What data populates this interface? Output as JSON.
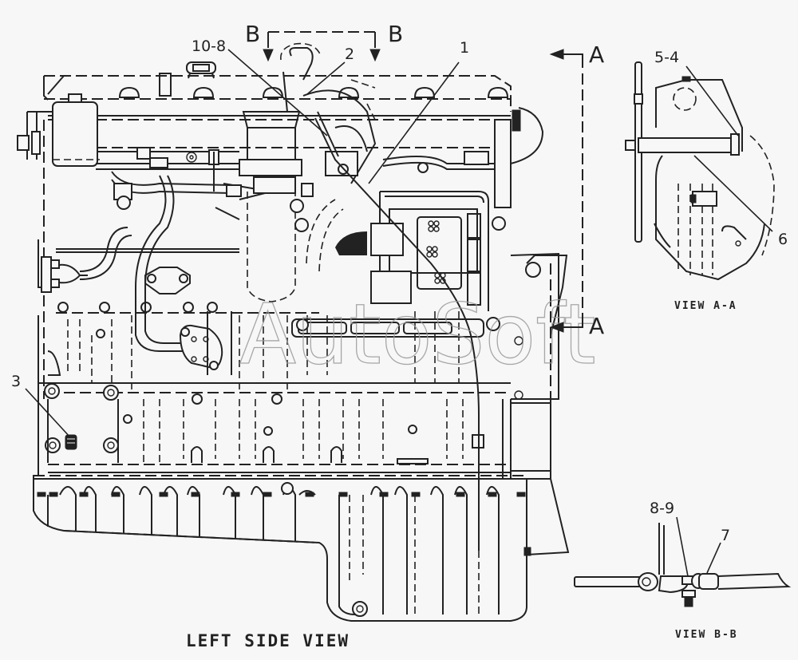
{
  "figure": {
    "main_view_caption": "LEFT SIDE VIEW",
    "view_a_caption": "VIEW A-A",
    "view_b_caption": "VIEW B-B",
    "watermark": "AutoSoft"
  },
  "section_markers": {
    "b_left": "B",
    "b_right": "B",
    "a_top": "A",
    "a_bottom": "A"
  },
  "callouts": {
    "c_10_8": "10-8",
    "c_2": "2",
    "c_1": "1",
    "c_3": "3",
    "c_5_4": "5-4",
    "c_6": "6",
    "c_8_9": "8-9",
    "c_7": "7"
  },
  "colors": {
    "line": "#222222",
    "background": "#f7f7f7",
    "watermark": "#9a9a9a"
  }
}
